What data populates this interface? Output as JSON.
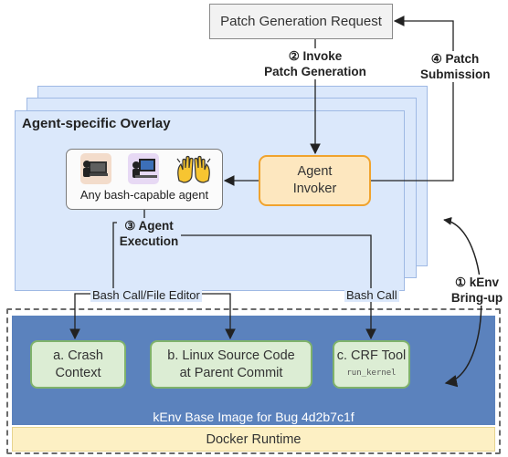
{
  "request": {
    "label": "Patch Generation Request"
  },
  "steps": {
    "invoke_line1": "② Invoke",
    "invoke_line2": "Patch Generation",
    "submit_line1": "④ Patch",
    "submit_line2": "Submission",
    "exec_line1": "③ Agent",
    "exec_line2": "Execution",
    "bringup_line1": "① kEnv",
    "bringup_line2": "Bring-up"
  },
  "overlay": {
    "title": "Agent-specific Overlay",
    "agents_caption": "Any bash-capable agent",
    "invoker_line1": "Agent",
    "invoker_line2": "Invoker",
    "bash_file_label": "Bash Call/File Editor",
    "bash_label": "Bash Call"
  },
  "base": {
    "crash_line1": "a. Crash",
    "crash_line2": "Context",
    "source_line1": "b. Linux Source Code",
    "source_line2": "at Parent Commit",
    "crf_line1": "c. CRF Tool",
    "crf_line2": "run_kernel",
    "caption": "kEnv Base Image for Bug 4d2b7c1f",
    "docker": "Docker Runtime"
  },
  "icons": [
    "computer-user-icon",
    "computer-user-icon",
    "waving-hands-icon"
  ],
  "colors": {
    "overlay_fill": "#dbe8fb",
    "invoker_fill": "#fde7bf",
    "invoker_border": "#f0a32e",
    "base_fill": "#5b82bd",
    "component_fill": "#dcedd4",
    "docker_fill": "#fdf0c4"
  }
}
